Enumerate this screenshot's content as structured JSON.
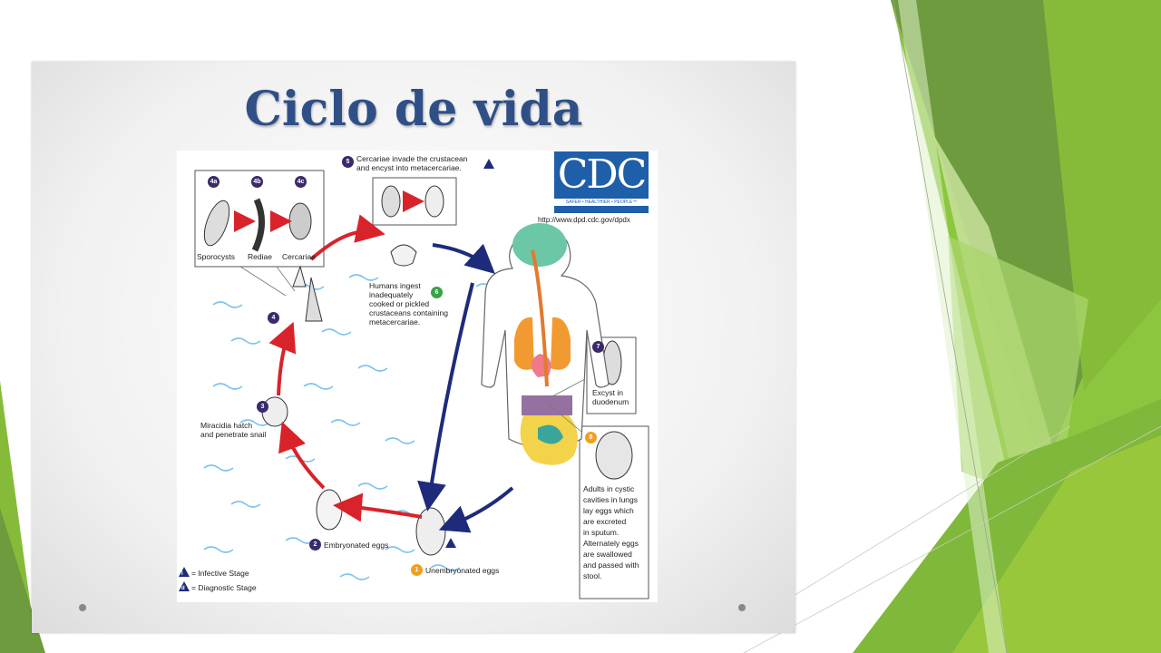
{
  "slide": {
    "title": "Ciclo de vida"
  },
  "diagram": {
    "cdc_logo": "CDC",
    "cdc_tagline": "SAFER • HEALTHIER • PEOPLE™",
    "cdc_url": "http://www.dpd.cdc.gov/dpdx",
    "stages": {
      "s4a": "4a",
      "s4b": "4b",
      "s4c": "4c",
      "sporocysts": "Sporocysts",
      "rediae": "Rediae",
      "cercariae": "Cercariae",
      "s1": "1",
      "s1_label": "Unembryonated eggs",
      "s2": "2",
      "s2_label": "Embryonated eggs",
      "s3": "3",
      "s3_label_1": "Miracidia hatch",
      "s3_label_2": "and penetrate snail",
      "s4": "4",
      "s5": "5",
      "s5_label_1": "Cercariae invade the crustacean",
      "s5_label_2": "and encyst into metacercariae.",
      "s6": "6",
      "s6_label_1": "Humans ingest",
      "s6_label_2": "inadequately",
      "s6_label_3": "cooked or pickled",
      "s6_label_4": "crustaceans containing",
      "s6_label_5": "metacercariae.",
      "s7": "7",
      "s7_label_1": "Excyst in",
      "s7_label_2": "duodenum",
      "s8": "8",
      "s8_label": [
        "Adults in cystic",
        "cavities in lungs",
        "lay eggs which",
        "are excreted",
        "in sputum.",
        "Alternately eggs",
        "are swallowed",
        "and passed with",
        "stool."
      ]
    },
    "legend": {
      "infective_symbol": "i",
      "infective": "= Infective Stage",
      "diagnostic_symbol": "d",
      "diagnostic": "= Diagnostic Stage"
    }
  },
  "colors": {
    "title": "#2f4f86",
    "cdc_blue": "#1f5ea8",
    "arrow_red": "#d8232a",
    "arrow_navy": "#1d2b7a",
    "water": "#7fc3ec",
    "green_dark": "#5f8f2f",
    "green_light": "#9ccd3a"
  }
}
